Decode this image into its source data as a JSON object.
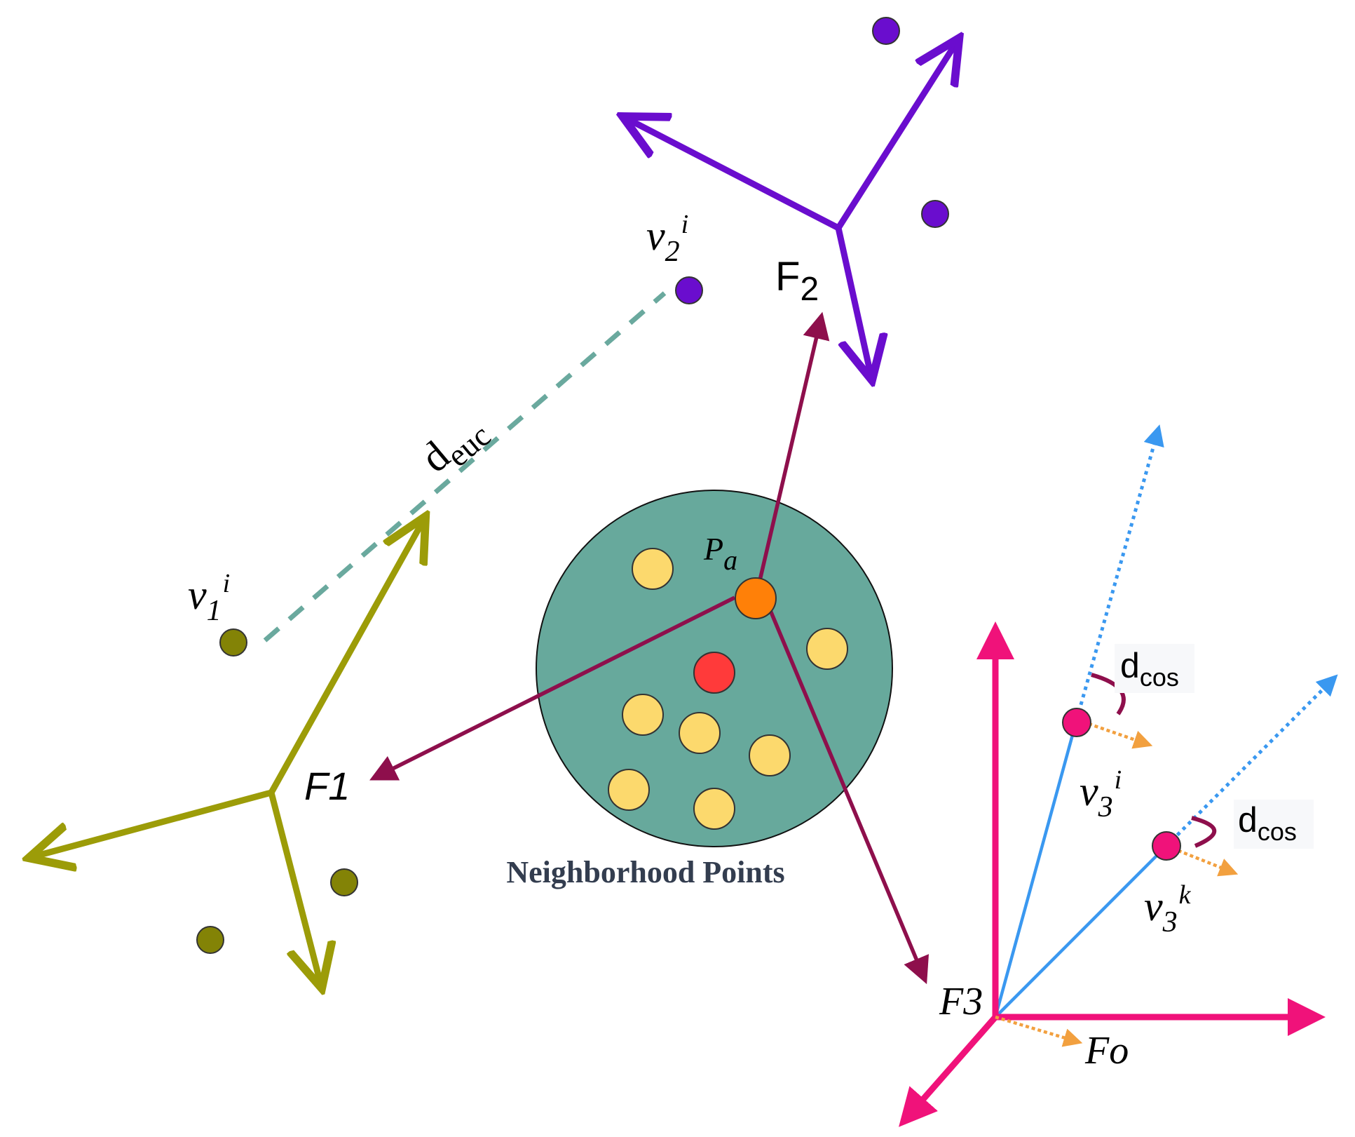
{
  "colors": {
    "olive": "#9C9C08",
    "olive_dot": "#838306",
    "purple": "#6A0DCE",
    "maroon": "#8E0F4C",
    "magenta": "#F0127A",
    "blue": "#3A98F0",
    "orange_dashed": "#F2A03F",
    "teal_dashed": "#6AA99E",
    "circle_fill": "#67A99C",
    "yellow_point": "#FCD96D",
    "red_point": "#FF3A3A",
    "anchor_point": "#FF8008",
    "label_dark": "#333D4F"
  },
  "labels": {
    "v1": {
      "base": "v",
      "sub": "1",
      "sup": "i"
    },
    "v2": {
      "base": "v",
      "sub": "2",
      "sup": "i"
    },
    "v3i": {
      "base": "v",
      "sub": "3",
      "sup": "i"
    },
    "v3k": {
      "base": "v",
      "sub": "3",
      "sup": "k"
    },
    "pa": {
      "base": "P",
      "sub": "a"
    },
    "f1": "F1",
    "f2": {
      "base": "F",
      "sub": "2"
    },
    "f3": "F3",
    "fo": "Fo",
    "deuc": {
      "base": "d",
      "sub": "euc"
    },
    "dcos1": {
      "base": "d",
      "sub": "cos"
    },
    "dcos2": {
      "base": "d",
      "sub": "cos"
    },
    "neighborhood": "Neighborhood Points"
  }
}
